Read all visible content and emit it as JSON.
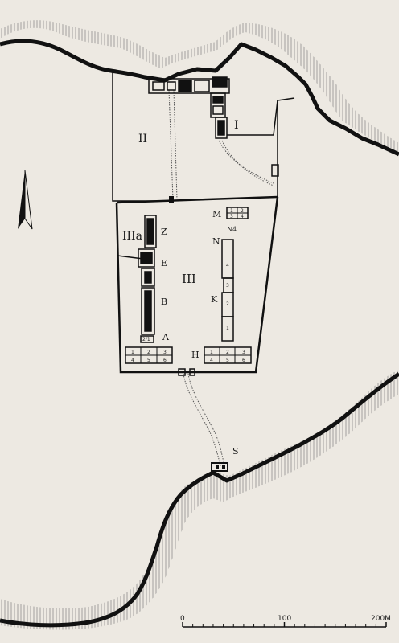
{
  "map": {
    "zone_labels": {
      "I": "I",
      "II": "II",
      "IIIa": "IIIa",
      "III": "III"
    },
    "building_labels": {
      "Z": "Z",
      "E": "E",
      "B": "B",
      "A": "A",
      "H": "H",
      "M": "M",
      "N": "N",
      "N4": "N4",
      "K": "K",
      "S": "S"
    },
    "room_numbers": {
      "block_A": [
        "1",
        "2",
        "3",
        "4",
        "5",
        "6"
      ],
      "block_H": [
        "1",
        "2",
        "3",
        "4",
        "5",
        "6"
      ],
      "block_M": [
        "1",
        "2",
        "3",
        "4"
      ],
      "block_K": [
        "1",
        "2",
        "3",
        "4"
      ],
      "block_N": [
        "4",
        "3",
        "2"
      ],
      "block_B_end": "2/1"
    }
  },
  "scale_bar": {
    "ticks": [
      "0",
      "100",
      "200M"
    ]
  },
  "north_arrow": {
    "icon": "north-arrow-icon"
  },
  "colors": {
    "ink": "#111111",
    "paper": "#ede9e2",
    "hatch": "#555555"
  }
}
